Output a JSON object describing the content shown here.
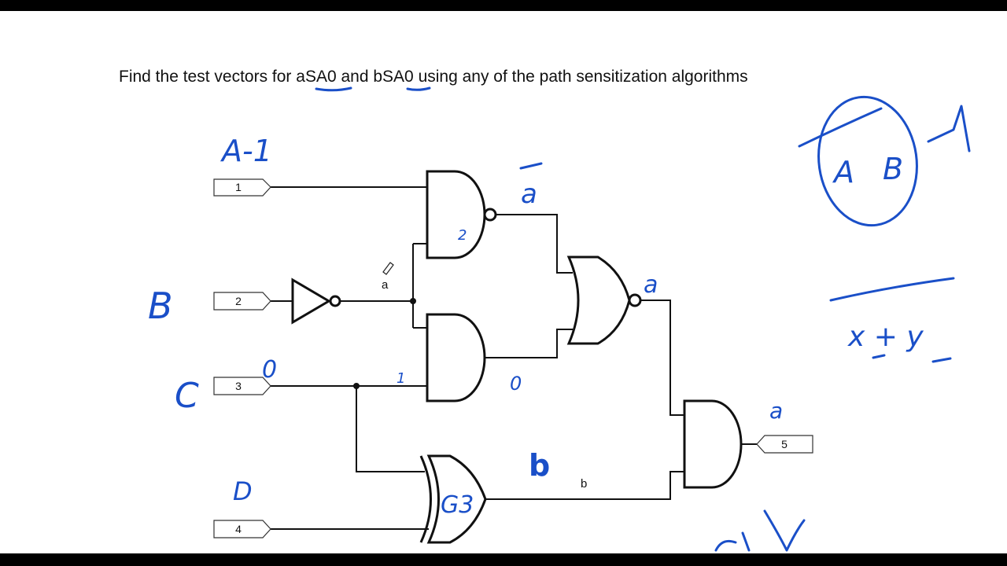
{
  "question": {
    "prefix": "Find the test vectors for ",
    "fault_a": "aSA0",
    "middle": " and ",
    "fault_b": "bSA0",
    "suffix": " using any of the path sensitization algorithms"
  },
  "circuit": {
    "pins": [
      "1",
      "2",
      "3",
      "4",
      "5"
    ],
    "nets": {
      "a": "a",
      "b": "b"
    }
  },
  "annotations": {
    "input1": "A-1",
    "input2": "B",
    "input3": "C",
    "input3_val": "0",
    "input4": "D",
    "net_1": "1",
    "nand_out": "a",
    "nand_mark": "2",
    "and_out": "0",
    "nor_out": "a",
    "xor_mark": "G3",
    "xor_out": "b",
    "final": "a",
    "demorgan_a": "A",
    "demorgan_b": "B",
    "demorgan_expr": "x + y",
    "ink_color": "#1a4fc8"
  }
}
